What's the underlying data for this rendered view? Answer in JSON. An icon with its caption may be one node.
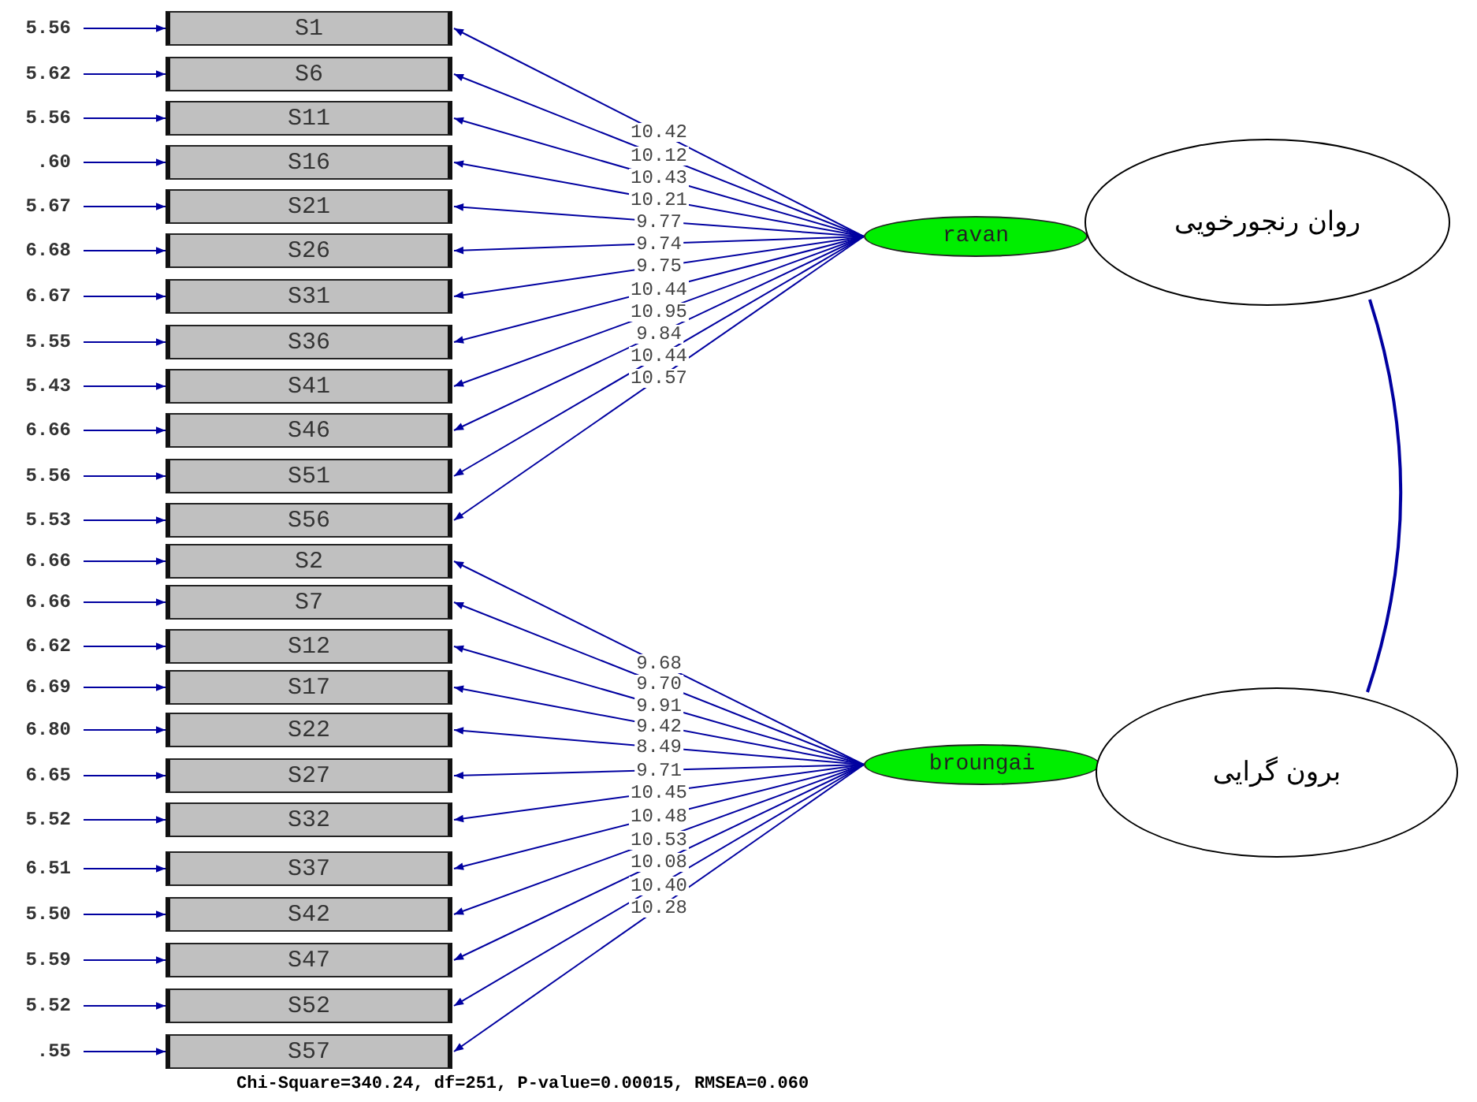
{
  "diagram": {
    "nodes": [
      {
        "text": [
          "5.56"
        ]
      },
      {
        "text": [
          "S1"
        ]
      },
      {
        "text": [
          "5.62"
        ]
      },
      {
        "text": [
          "S6"
        ]
      },
      {
        "text": [
          "5.56"
        ]
      },
      {
        "text": [
          "S11"
        ]
      },
      {
        "text": [
          ".60"
        ]
      },
      {
        "text": [
          "S16"
        ]
      },
      {
        "text": [
          "5.67"
        ]
      },
      {
        "text": [
          "S21"
        ]
      },
      {
        "text": [
          "6.68"
        ]
      },
      {
        "text": [
          "S26"
        ]
      },
      {
        "text": [
          "6.67"
        ]
      },
      {
        "text": [
          "S31"
        ]
      },
      {
        "text": [
          "5.55"
        ]
      },
      {
        "text": [
          "S36"
        ]
      },
      {
        "text": [
          "5.43"
        ]
      },
      {
        "text": [
          "S41"
        ]
      },
      {
        "text": [
          "6.66"
        ]
      },
      {
        "text": [
          "S46"
        ]
      },
      {
        "text": [
          "5.56"
        ]
      },
      {
        "text": [
          "S51"
        ]
      },
      {
        "text": [
          "5.53"
        ]
      },
      {
        "text": [
          "S56"
        ]
      },
      {
        "text": [
          "6.66"
        ]
      },
      {
        "text": [
          "S2"
        ]
      },
      {
        "text": [
          "6.66"
        ]
      },
      {
        "text": [
          "S7"
        ]
      },
      {
        "text": [
          "6.62"
        ]
      },
      {
        "text": [
          "S12"
        ]
      },
      {
        "text": [
          "6.69"
        ]
      },
      {
        "text": [
          "S17"
        ]
      },
      {
        "text": [
          "6.80"
        ]
      },
      {
        "text": [
          "S22"
        ]
      },
      {
        "text": [
          "6.65"
        ]
      },
      {
        "text": [
          "S27"
        ]
      },
      {
        "text": [
          "5.52"
        ]
      },
      {
        "text": [
          "S32"
        ]
      },
      {
        "text": [
          "6.51"
        ]
      },
      {
        "text": [
          "S37"
        ]
      },
      {
        "text": [
          "5.50"
        ]
      },
      {
        "text": [
          "S42"
        ]
      },
      {
        "text": [
          "5.59"
        ]
      },
      {
        "text": [
          "S47"
        ]
      },
      {
        "text": [
          "5.52"
        ]
      },
      {
        "text": [
          "S52"
        ]
      },
      {
        "text": [
          ".55"
        ]
      },
      {
        "text": [
          "S57"
        ]
      },
      {
        "text": [
          "ravan"
        ]
      },
      {
        "text": [
          "روان رنجورخویی"
        ]
      },
      {
        "text": [
          "broungai"
        ]
      },
      {
        "text": [
          "برون گرایی"
        ]
      }
    ],
    "edges": [
      {
        "from": 0,
        "to": 1,
        "arrow": "to"
      },
      {
        "from": 2,
        "to": 3,
        "arrow": "to"
      },
      {
        "from": 4,
        "to": 5,
        "arrow": "to"
      },
      {
        "from": 6,
        "to": 7,
        "arrow": "to"
      },
      {
        "from": 8,
        "to": 9,
        "arrow": "to"
      },
      {
        "from": 10,
        "to": 11,
        "arrow": "to"
      },
      {
        "from": 12,
        "to": 13,
        "arrow": "to"
      },
      {
        "from": 14,
        "to": 15,
        "arrow": "to"
      },
      {
        "from": 16,
        "to": 17,
        "arrow": "to"
      },
      {
        "from": 18,
        "to": 19,
        "arrow": "to"
      },
      {
        "from": 20,
        "to": 21,
        "arrow": "to"
      },
      {
        "from": 22,
        "to": 23,
        "arrow": "to"
      },
      {
        "from": 24,
        "to": 25,
        "arrow": "to"
      },
      {
        "from": 26,
        "to": 27,
        "arrow": "to"
      },
      {
        "from": 28,
        "to": 29,
        "arrow": "to"
      },
      {
        "from": 30,
        "to": 31,
        "arrow": "to"
      },
      {
        "from": 32,
        "to": 33,
        "arrow": "to"
      },
      {
        "from": 34,
        "to": 35,
        "arrow": "to"
      },
      {
        "from": 36,
        "to": 37,
        "arrow": "to"
      },
      {
        "from": 38,
        "to": 39,
        "arrow": "to"
      },
      {
        "from": 40,
        "to": 41,
        "arrow": "to"
      },
      {
        "from": 42,
        "to": 43,
        "arrow": "to"
      },
      {
        "from": 44,
        "to": 45,
        "arrow": "to"
      },
      {
        "from": 46,
        "to": 47,
        "arrow": "to"
      },
      {
        "from": 48,
        "to": 1,
        "arrow": "to",
        "label": "10.42"
      },
      {
        "from": 48,
        "to": 3,
        "arrow": "to",
        "label": "10.12"
      },
      {
        "from": 48,
        "to": 5,
        "arrow": "to",
        "label": "10.43"
      },
      {
        "from": 48,
        "to": 7,
        "arrow": "to",
        "label": "10.21"
      },
      {
        "from": 48,
        "to": 9,
        "arrow": "to",
        "label": "9.77"
      },
      {
        "from": 48,
        "to": 11,
        "arrow": "to",
        "label": "9.74"
      },
      {
        "from": 48,
        "to": 13,
        "arrow": "to",
        "label": "9.75"
      },
      {
        "from": 48,
        "to": 15,
        "arrow": "to",
        "label": "10.44"
      },
      {
        "from": 48,
        "to": 17,
        "arrow": "to",
        "label": "10.95"
      },
      {
        "from": 48,
        "to": 19,
        "arrow": "to",
        "label": "9.84"
      },
      {
        "from": 48,
        "to": 21,
        "arrow": "to",
        "label": "10.44"
      },
      {
        "from": 48,
        "to": 23,
        "arrow": "to",
        "label": "10.57"
      },
      {
        "from": 50,
        "to": 25,
        "arrow": "to",
        "label": "9.68"
      },
      {
        "from": 50,
        "to": 27,
        "arrow": "to",
        "label": "9.70"
      },
      {
        "from": 50,
        "to": 29,
        "arrow": "to",
        "label": "9.91"
      },
      {
        "from": 50,
        "to": 31,
        "arrow": "to",
        "label": "9.42"
      },
      {
        "from": 50,
        "to": 33,
        "arrow": "to",
        "label": "8.49"
      },
      {
        "from": 50,
        "to": 35,
        "arrow": "to",
        "label": "9.71"
      },
      {
        "from": 50,
        "to": 37,
        "arrow": "to",
        "label": "10.45"
      },
      {
        "from": 50,
        "to": 39,
        "arrow": "to",
        "label": "10.48"
      },
      {
        "from": 50,
        "to": 41,
        "arrow": "to",
        "label": "10.53"
      },
      {
        "from": 50,
        "to": 43,
        "arrow": "to",
        "label": "10.08"
      },
      {
        "from": 50,
        "to": 45,
        "arrow": "to",
        "label": "10.40"
      },
      {
        "from": 50,
        "to": 47,
        "arrow": "to",
        "label": "10.28"
      },
      {
        "from": 49,
        "to": 51,
        "arrow": "none"
      }
    ],
    "labels": [
      "Chi-Square=340.24, df=251, P-value=0.00015, RMSEA=0.060"
    ]
  }
}
